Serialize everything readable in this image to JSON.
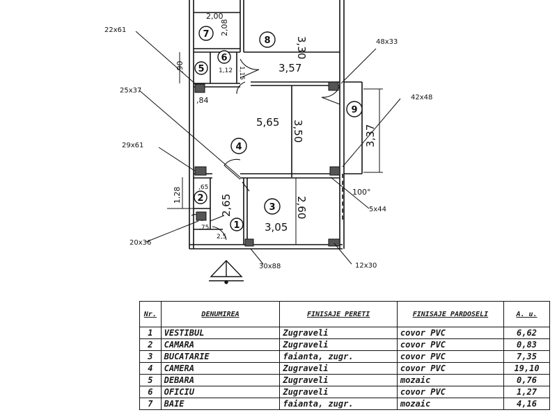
{
  "plan": {
    "room_numbers": [
      "1",
      "2",
      "3",
      "4",
      "5",
      "6",
      "7",
      "8",
      "9"
    ],
    "dimensions": {
      "d_200": "2,00",
      "d_208": "2,08",
      "d_330": "3,30",
      "d_357": "3,57",
      "d_112": "1,12",
      "d_115": "1,15",
      "d_090": ",90",
      "d_084": ",84",
      "d_565": "5,65",
      "d_350": "3,50",
      "d_337": "3,37",
      "d_128": "1,28",
      "d_065": ",65",
      "d_075": ",75",
      "d_25": "2,5",
      "d_265": "2,65",
      "d_260": "2,60",
      "d_305": "3,05",
      "d_100": "100°"
    },
    "sections": {
      "s_22x61": "22x61",
      "s_25x37": "25x37",
      "s_29x61": "29x61",
      "s_20x36": "20x36",
      "s_30x88": "30x88",
      "s_12x30": "12x30",
      "s_5x44": "5x44",
      "s_48x33": "48x33",
      "s_42x48": "42x48"
    }
  },
  "legend": {
    "headers": {
      "nr": "Nr.",
      "name": "DENUMIREA",
      "walls": "FINISAJE PERETI",
      "floors": "FINISAJE PARDOSELI",
      "area": "A. u."
    },
    "rows": [
      {
        "nr": "1",
        "name": "VESTIBUL",
        "walls": "Zugraveli",
        "floors": "covor PVC",
        "area": "6,62"
      },
      {
        "nr": "2",
        "name": "CAMARA",
        "walls": "Zugraveli",
        "floors": "covor PVC",
        "area": "0,83"
      },
      {
        "nr": "3",
        "name": "BUCATARIE",
        "walls": "faianta, zugr.",
        "floors": "covor PVC",
        "area": "7,35"
      },
      {
        "nr": "4",
        "name": "CAMERA",
        "walls": "Zugraveli",
        "floors": "covor PVC",
        "area": "19,10"
      },
      {
        "nr": "5",
        "name": "DEBARA",
        "walls": "Zugraveli",
        "floors": "mozaic",
        "area": "0,76"
      },
      {
        "nr": "6",
        "name": "OFICIU",
        "walls": "Zugraveli",
        "floors": "covor PVC",
        "area": "1,27"
      },
      {
        "nr": "7",
        "name": "BAIE",
        "walls": "faianta, zugr.",
        "floors": "mozaic",
        "area": "4,16"
      }
    ]
  },
  "colors": {
    "ink": "#111111",
    "paper": "#ffffff"
  }
}
